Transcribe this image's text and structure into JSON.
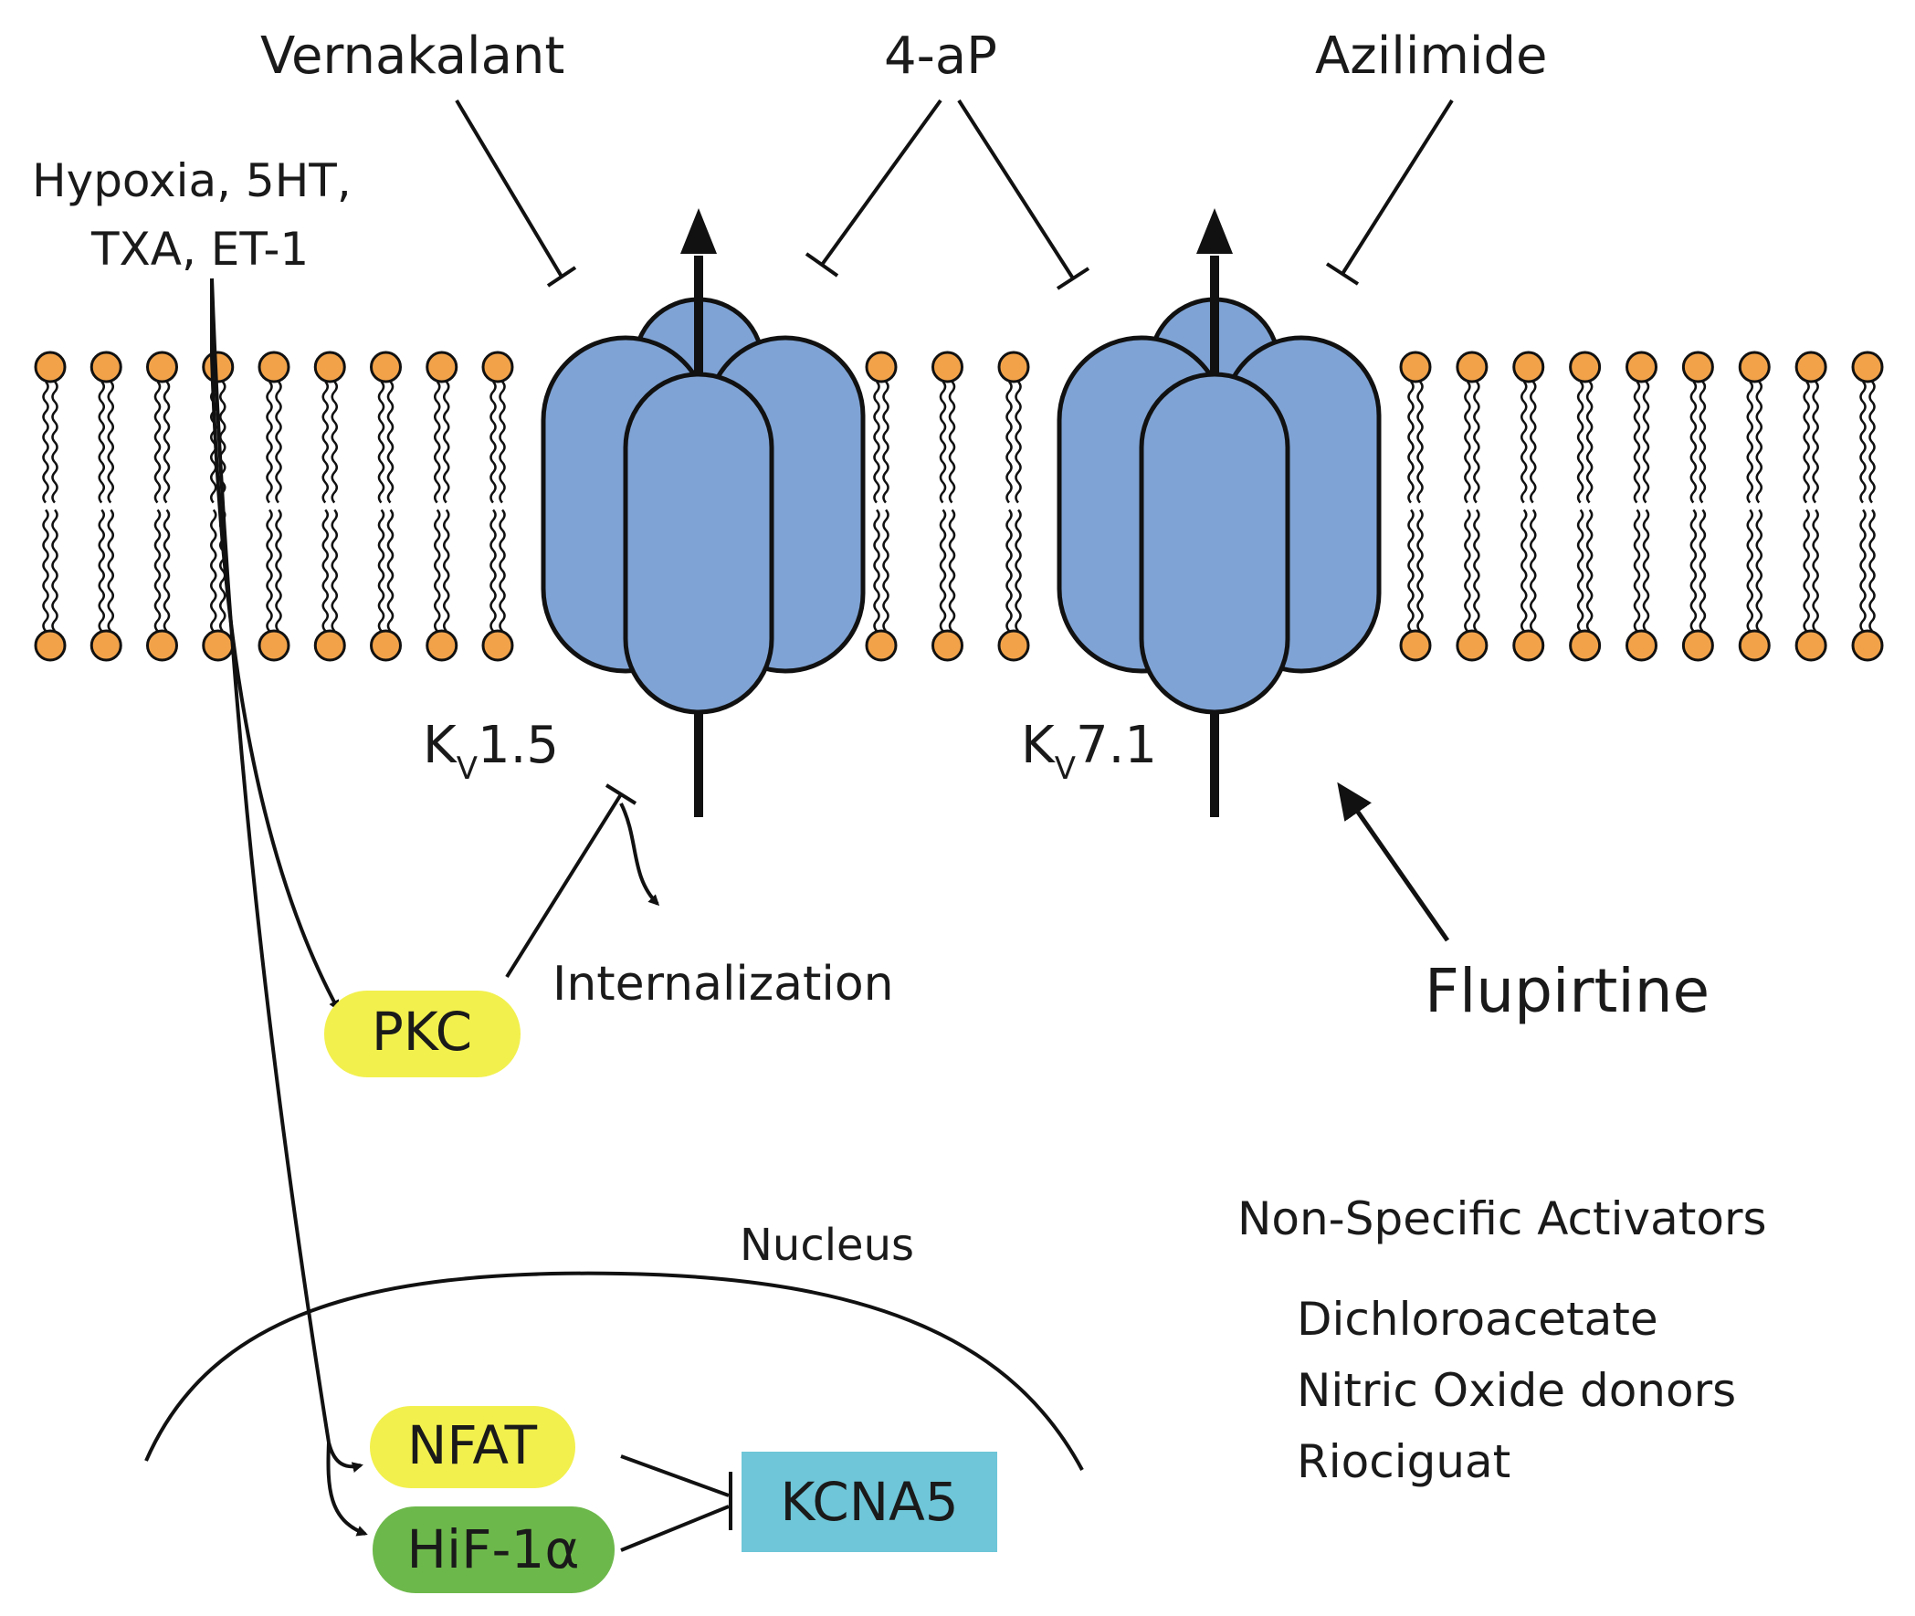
{
  "colors": {
    "lipid_head": "#f2a34a",
    "channel_fill": "#7fa3d4",
    "pkc_fill": "#f2f04d",
    "nfat_fill": "#f2f04d",
    "hif_fill": "#6db84b",
    "kcna5_fill": "#6ec6d8",
    "line": "#111111"
  },
  "drugs": {
    "vernakalant": "Vernakalant",
    "four_ap": "4-aP",
    "azilimide": "Azilimide",
    "flupirtine": "Flupirtine"
  },
  "stimuli": {
    "line1": "Hypoxia, 5HT,",
    "line2": "TXA, ET-1"
  },
  "channels": {
    "kv15": {
      "main": "K",
      "sub": "V",
      "suffix": "1.5"
    },
    "kv71": {
      "main": "K",
      "sub": "V",
      "suffix": "7.1"
    }
  },
  "signaling": {
    "pkc": "PKC",
    "internalization": "Internalization",
    "nucleus": "Nucleus",
    "nfat": "NFAT",
    "hif": "HiF-1α",
    "kcna5": "KCNA5"
  },
  "activators": {
    "title": "Non-Specific Activators",
    "items": [
      "Dichloroacetate",
      "Nitric Oxide donors",
      "Riociguat"
    ]
  }
}
